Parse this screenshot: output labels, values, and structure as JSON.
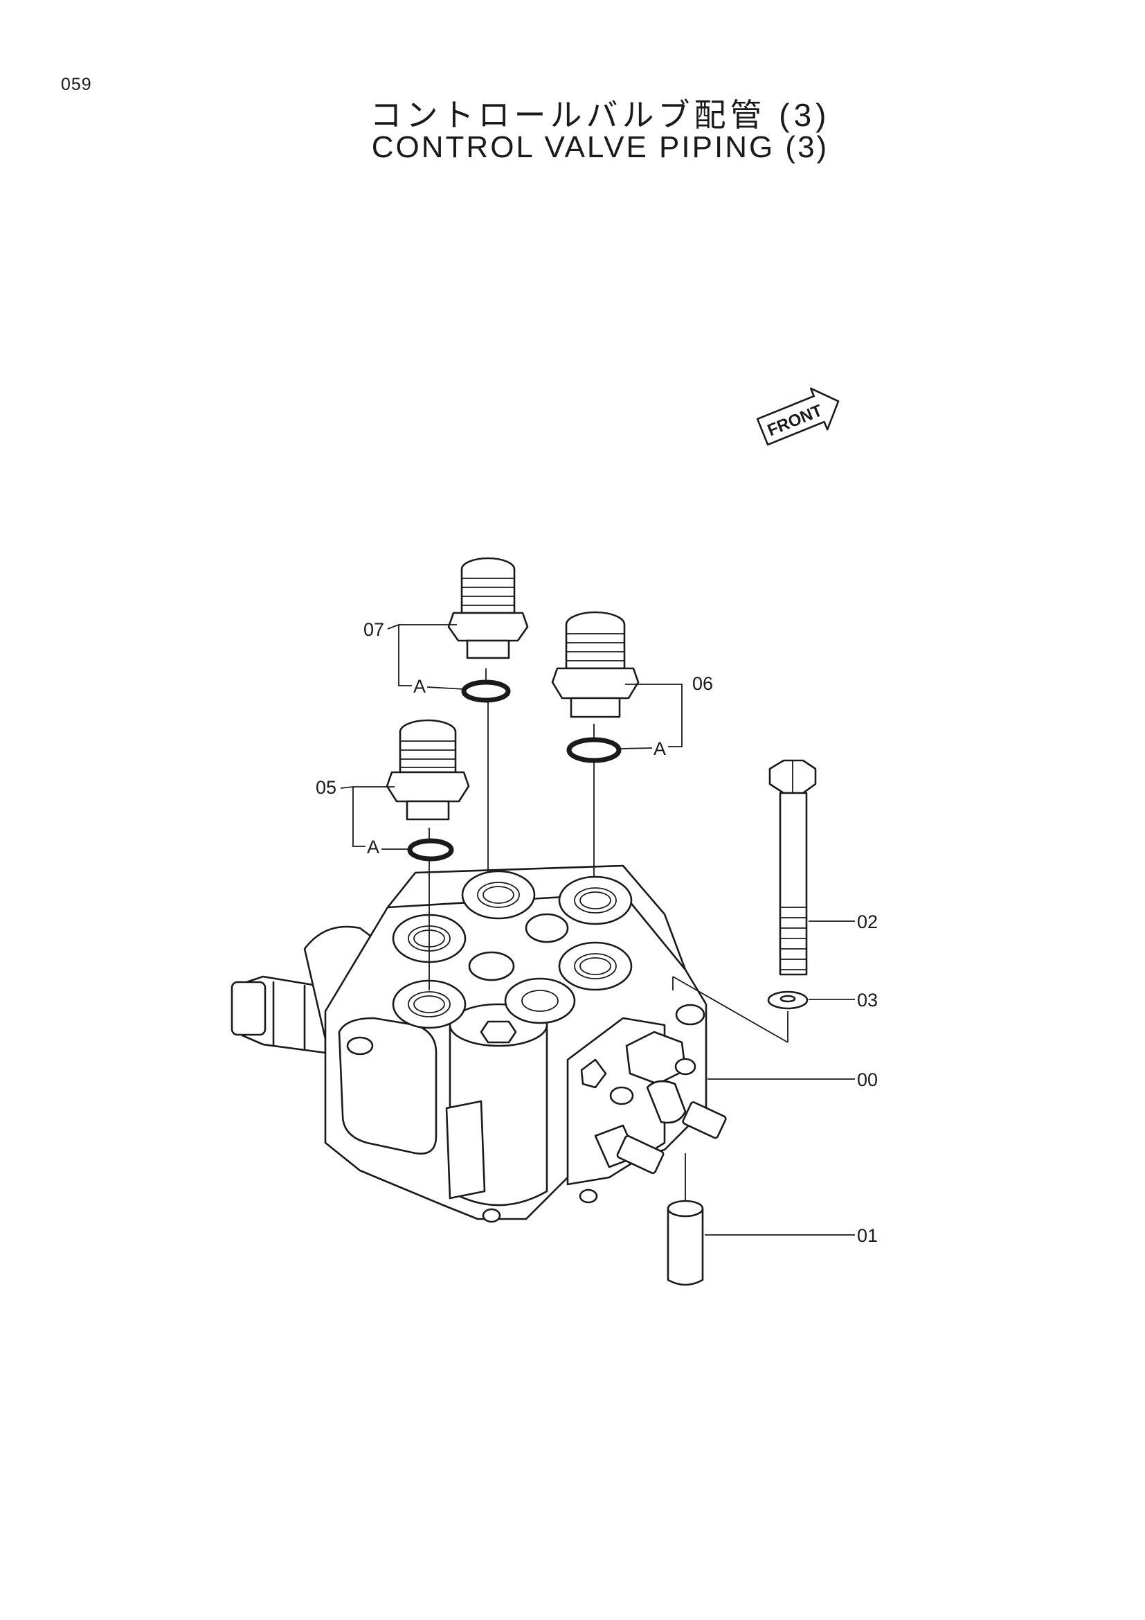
{
  "page_number": "059",
  "title_ja": "コントロールバルブ配管 (3)",
  "title_en": "CONTROL VALVE PIPING (3)",
  "front_label": "FRONT",
  "callouts": {
    "p00": "00",
    "p01": "01",
    "p02": "02",
    "p03": "03",
    "p05": "05",
    "p06": "06",
    "p07": "07"
  },
  "kit_marker": "A"
}
